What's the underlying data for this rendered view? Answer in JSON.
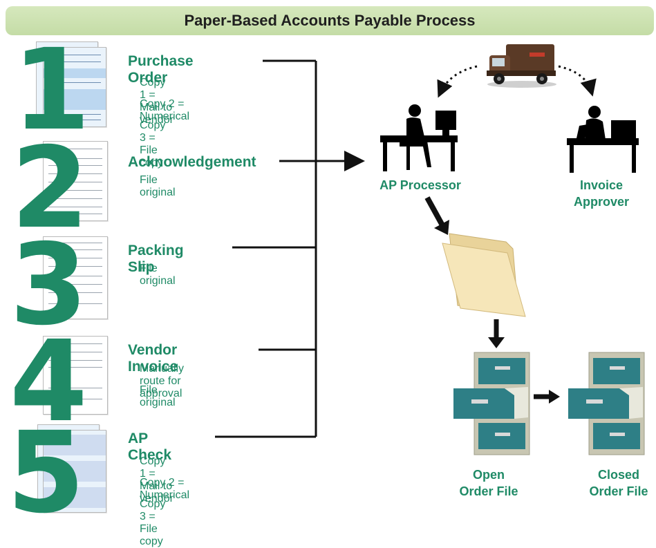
{
  "title": "Paper-Based Accounts Payable Process",
  "steps": [
    {
      "number": "1",
      "heading": "Purchase Order",
      "lines": [
        "Copy 1 = Mail to vendor",
        "Copy 2 = Numerical",
        "Copy 3 = File copy"
      ]
    },
    {
      "number": "2",
      "heading": "Acknowledgement",
      "lines": [
        "File original"
      ]
    },
    {
      "number": "3",
      "heading": "Packing Slip",
      "lines": [
        "File original"
      ]
    },
    {
      "number": "4",
      "heading": "Vendor Invoice",
      "lines": [
        "Manually route for approval",
        "File original"
      ]
    },
    {
      "number": "5",
      "heading": "AP Check",
      "lines": [
        "Copy 1 = Mail to vendor",
        "Copy 2 = Numerical",
        "Copy 3 = File copy"
      ]
    }
  ],
  "ap_processor": "AP Processor",
  "invoice_approver": [
    "Invoice",
    "Approver"
  ],
  "open_file": [
    "Open",
    "Order File"
  ],
  "closed_file": [
    "Closed",
    "Order File"
  ],
  "colors": {
    "accent": "#1f8a66",
    "title_bg": "#cfe3b3",
    "cabinet": "#c8c6b2",
    "drawer": "#2e7f86",
    "folder": "#f3e2b0"
  },
  "icons": [
    "delivery-truck-icon",
    "person-at-desk-icon",
    "file-folder-icon",
    "filing-cabinet-icon",
    "arrow-icon"
  ]
}
